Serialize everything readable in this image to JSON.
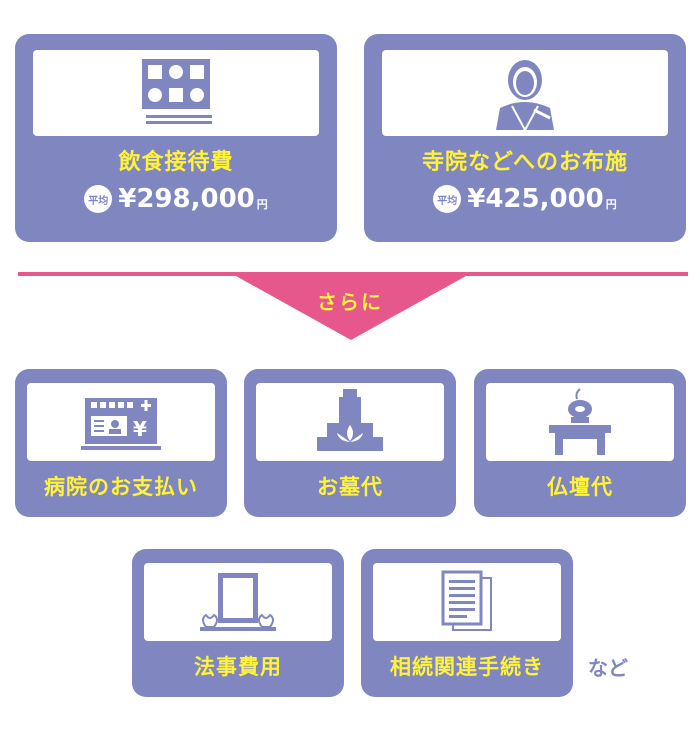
{
  "top_cards": [
    {
      "icon": "meal-tray-icon",
      "label": "飲食接待費",
      "badge": "平均",
      "amount": "¥298,000",
      "unit": "円"
    },
    {
      "icon": "monk-icon",
      "label": "寺院などへのお布施",
      "badge": "平均",
      "amount": "¥425,000",
      "unit": "円"
    }
  ],
  "divider_text": "さらに",
  "middle_cards": [
    {
      "icon": "hospital-bill-icon",
      "label": "病院のお支払い"
    },
    {
      "icon": "gravestone-icon",
      "label": "お墓代"
    },
    {
      "icon": "altar-icon",
      "label": "仏壇代"
    }
  ],
  "bottom_cards": [
    {
      "icon": "memorial-frame-icon",
      "label": "法事費用"
    },
    {
      "icon": "documents-icon",
      "label": "相続関連手続き"
    }
  ],
  "etc_text": "など",
  "colors": {
    "card": "#7f86c0",
    "accent_text": "#fff23a",
    "divider": "#e6578b"
  }
}
